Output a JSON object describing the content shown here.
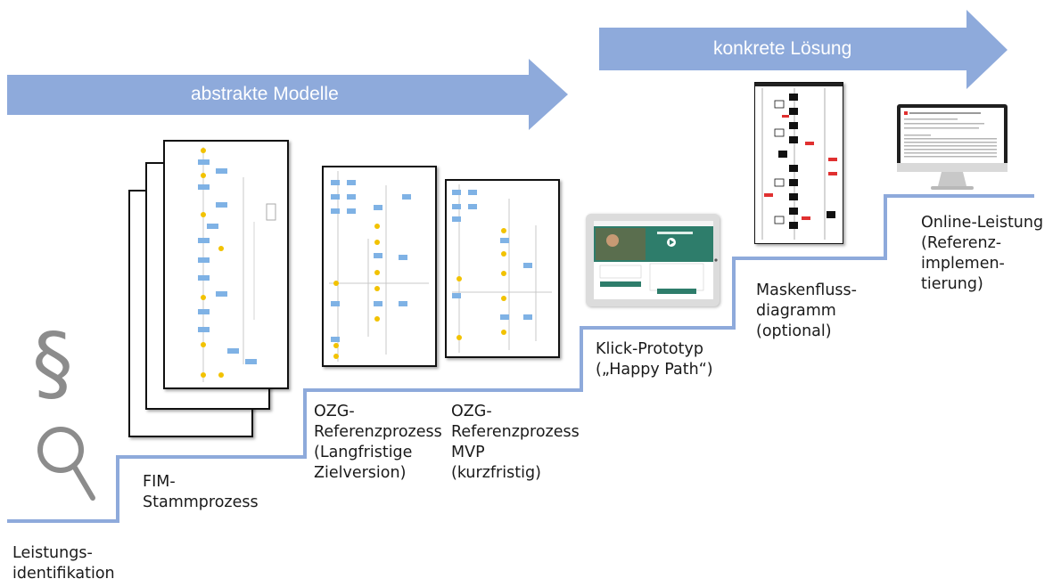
{
  "arrows": {
    "abstract_label": "abstrakte Modelle",
    "concrete_label": "konkrete Lösung"
  },
  "steps": {
    "leistungsidentifikation": "Leistungs-\nidentifikation",
    "fim": "FIM-\nStammprozess",
    "ozg_long": "OZG-\nReferenzprozess\n(Langfristige\nZielversion)",
    "ozg_mvp": "OZG-\nReferenzprozess\nMVP\n(kurzfristig)",
    "klick": "Klick-Prototyp\n(„Happy Path“)",
    "masken": "Maskenfluss-\ndiagramm\n(optional)",
    "online": "Online-Leistung\n(Referenz-\nimplemen-\ntierung)"
  },
  "icons": {
    "paragraph_glyph": "§"
  },
  "colors": {
    "arrow": "#8eaadb",
    "staircase": "#8eaadb",
    "process_box": "#7fb2e5",
    "gateway": "#f2c200",
    "web_green": "#2e7d6b",
    "mask_red": "#e03030"
  }
}
